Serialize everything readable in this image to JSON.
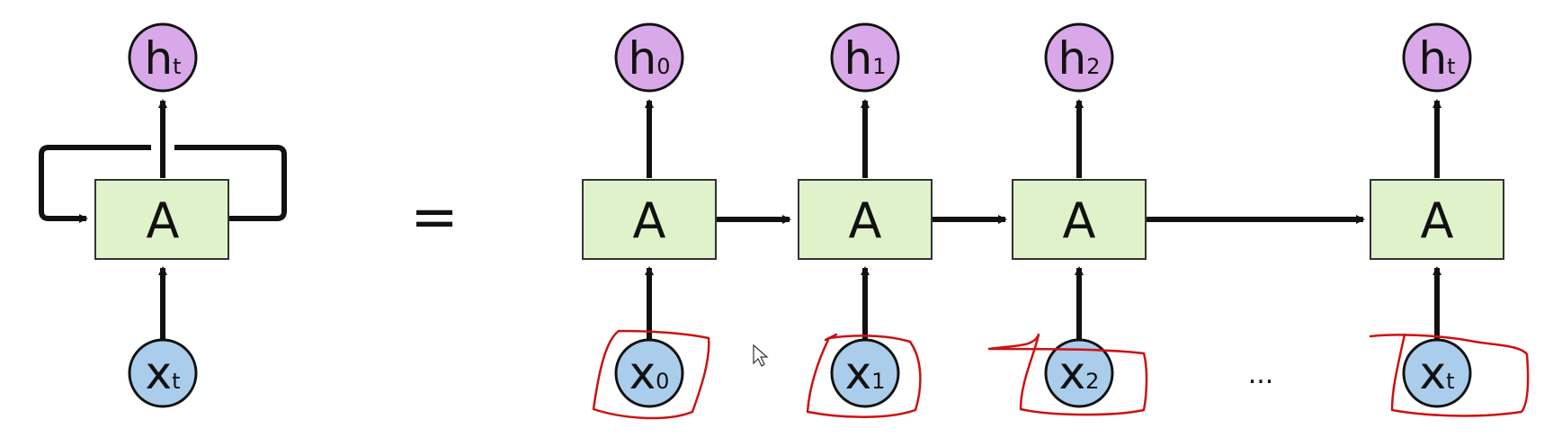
{
  "colors": {
    "cell_fill": "#dff2c9",
    "output_fill": "#d8a8e8",
    "input_fill": "#aacdeb",
    "stroke": "#111111",
    "annotation": "#cc1111"
  },
  "folded": {
    "cell_label": "A",
    "output": {
      "main": "h",
      "sub": "t"
    },
    "input": {
      "main": "x",
      "sub": "t"
    }
  },
  "equals_sign": "=",
  "ellipsis": "...",
  "unrolled": [
    {
      "cell_label": "A",
      "output": {
        "main": "h",
        "sub": "0"
      },
      "input": {
        "main": "x",
        "sub": "0"
      }
    },
    {
      "cell_label": "A",
      "output": {
        "main": "h",
        "sub": "1"
      },
      "input": {
        "main": "x",
        "sub": "1"
      }
    },
    {
      "cell_label": "A",
      "output": {
        "main": "h",
        "sub": "2"
      },
      "input": {
        "main": "x",
        "sub": "2"
      }
    },
    {
      "cell_label": "A",
      "output": {
        "main": "h",
        "sub": "t"
      },
      "input": {
        "main": "x",
        "sub": "t"
      }
    }
  ],
  "icons": {
    "cursor": "mouse-pointer-icon"
  }
}
